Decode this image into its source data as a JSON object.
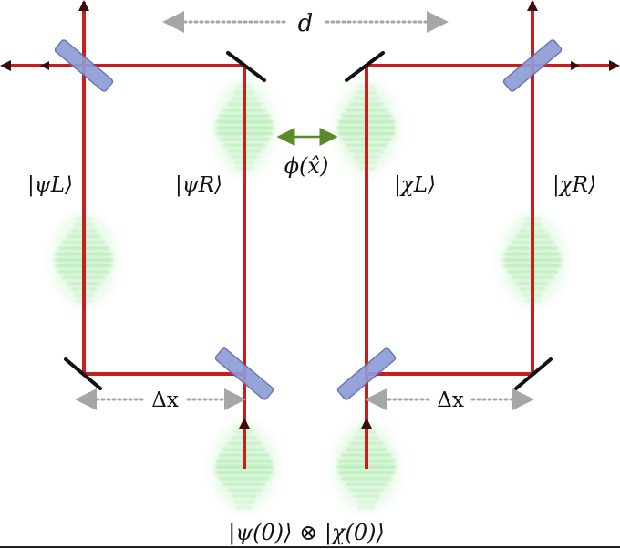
{
  "labels": {
    "d": "d",
    "phi": "ϕ(x̂)",
    "psi_L": "|ψL⟩",
    "psi_R": "|ψR⟩",
    "chi_L": "|χL⟩",
    "chi_R": "|χR⟩",
    "delta_x_left": "Δx",
    "delta_x_right": "Δx",
    "input_state": "|ψ(0)⟩ ⊗ |χ(0)⟩"
  },
  "colors": {
    "beam": "#c81e1e",
    "beam_dark": "#6b1010",
    "mirror": "#111111",
    "beamsplitter_fill": "#8e9cd6",
    "beamsplitter_stroke": "#5d6cae",
    "wavepacket": "#3ccf3c",
    "coupling_arrow": "#5b8a2a",
    "dotted_arrow": "#a6a6a6"
  },
  "components": {
    "mirrors": [
      "mirror-top-inner-left",
      "mirror-top-inner-right",
      "mirror-bottom-outer-left",
      "mirror-bottom-outer-right"
    ],
    "beamsplitters": [
      "bs-top-left",
      "bs-top-right",
      "bs-bottom-left",
      "bs-bottom-right"
    ]
  }
}
